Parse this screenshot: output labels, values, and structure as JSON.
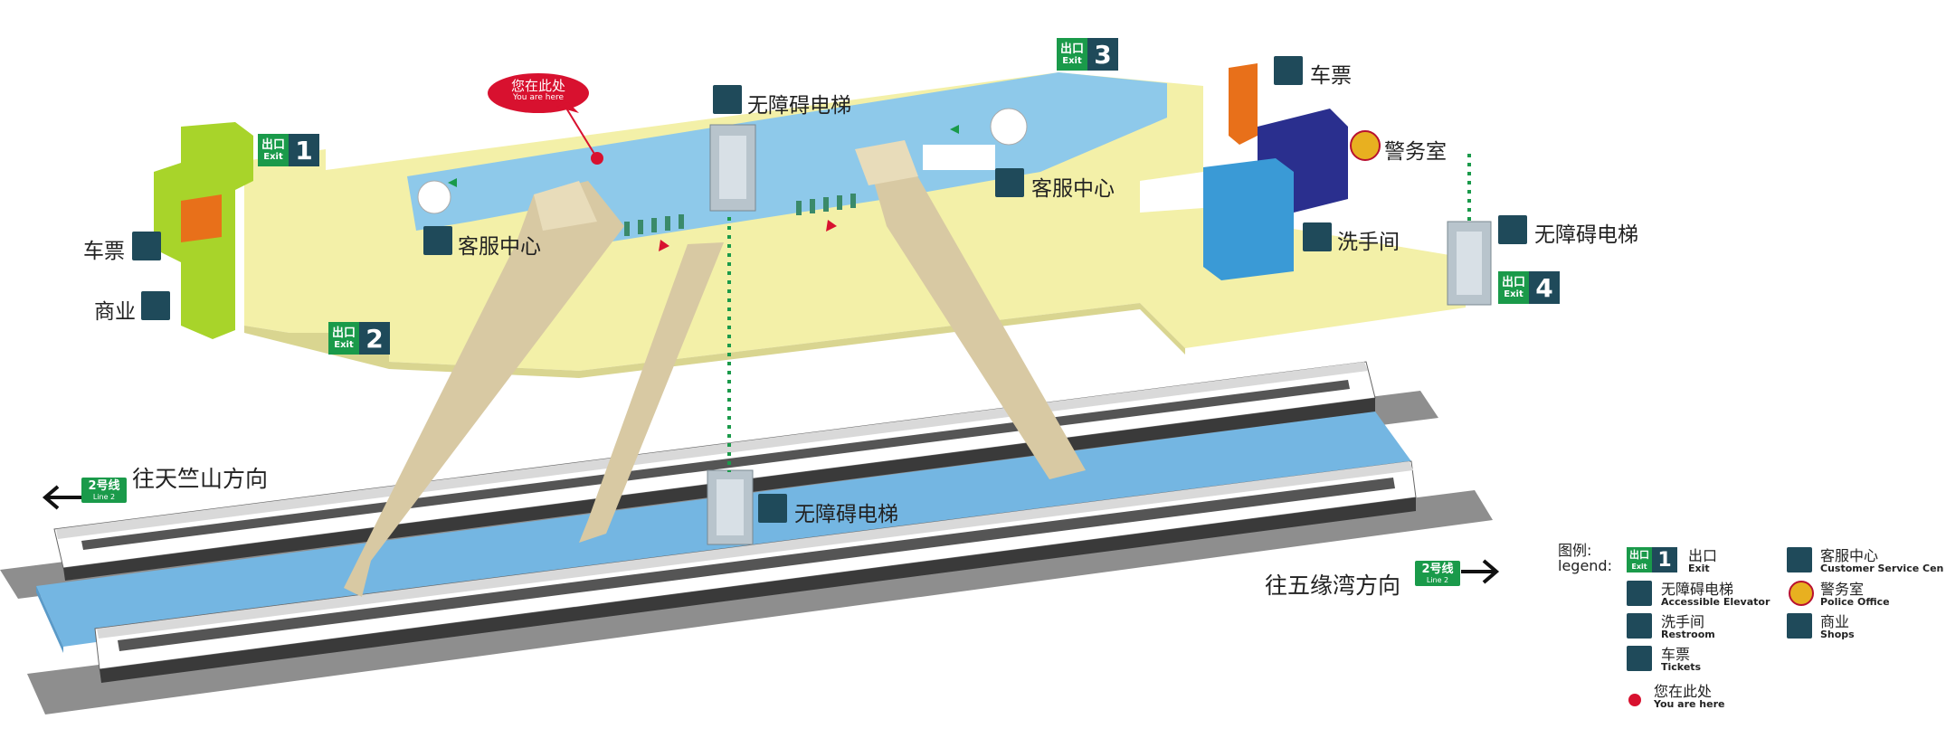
{
  "exits": [
    {
      "zh": "出口",
      "en": "Exit",
      "num": "1"
    },
    {
      "zh": "出口",
      "en": "Exit",
      "num": "2"
    },
    {
      "zh": "出口",
      "en": "Exit",
      "num": "3"
    },
    {
      "zh": "出口",
      "en": "Exit",
      "num": "4"
    }
  ],
  "labels": {
    "tickets": "车票",
    "shops": "商业",
    "service": "客服中心",
    "elevator": "无障碍电梯",
    "police": "警务室",
    "restroom": "洗手间",
    "you_here_zh": "您在此处",
    "you_here_en": "You are here",
    "dir_left": "往天竺山方向",
    "dir_right": "往五缘湾方向"
  },
  "line_badge": {
    "zh": "2号线",
    "en": "Line 2"
  },
  "legend": {
    "title_zh": "图例:",
    "title_en": "legend:",
    "items": [
      {
        "zh": "出口",
        "en": "Exit"
      },
      {
        "zh": "客服中心",
        "en": "Customer Service Cen"
      },
      {
        "zh": "无障碍电梯",
        "en": "Accessible Elevator"
      },
      {
        "zh": "警务室",
        "en": "Police Office"
      },
      {
        "zh": "洗手间",
        "en": "Restroom"
      },
      {
        "zh": "商业",
        "en": "Shops"
      },
      {
        "zh": "车票",
        "en": "Tickets"
      },
      {
        "zh": "您在此处",
        "en": "You are here"
      }
    ]
  },
  "colors": {
    "concourse": "#f3f0a8",
    "paid_area": "#8ec9ea",
    "platform": "#6fb3e0",
    "track": "#9a9a9a",
    "stairs": "#d8c9a3",
    "exit_green": "#1a9a4a",
    "icon_navy": "#1f4a5a",
    "marker_red": "#d8112f",
    "lime": "#a8d42a",
    "orange": "#e8701a",
    "navy_room": "#2a2f8e",
    "blue_room": "#3a9ad6"
  }
}
